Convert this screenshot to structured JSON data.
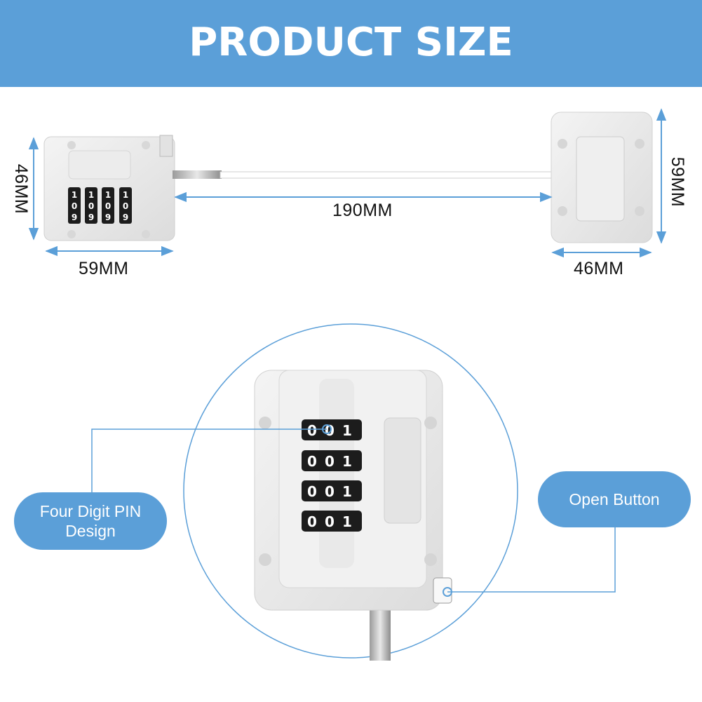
{
  "banner": {
    "title": "PRODUCT SIZE"
  },
  "dimensions": {
    "lock_height": "46MM",
    "lock_width": "59MM",
    "cable_length": "190MM",
    "plate_height": "59MM",
    "plate_width": "46MM"
  },
  "callouts": {
    "pin": "Four Digit PIN\nDesign",
    "button": "Open Button"
  },
  "colors": {
    "accent": "#5b9fd8",
    "banner_text": "#ffffff"
  }
}
